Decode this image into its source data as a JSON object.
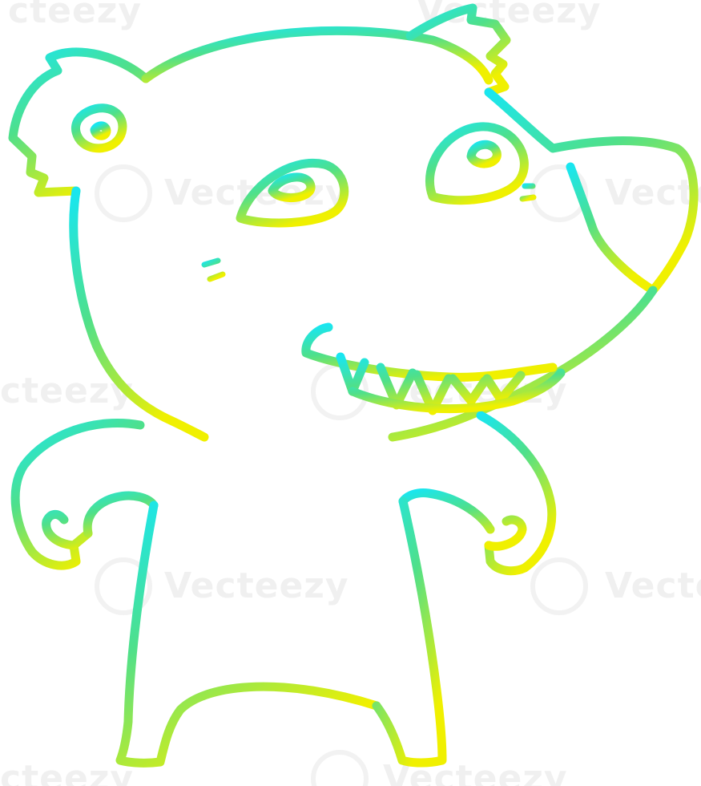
{
  "illustration": {
    "subject": "cartoon bear showing teeth",
    "gradient": {
      "start": "#19e6f0",
      "middle": "#4fe08a",
      "end": "#f0f000"
    },
    "line_color_fill": "#ffffff"
  },
  "watermark": {
    "text": "Vecteezy",
    "partial_left": "cteezy",
    "partial_top_left": "cteezy",
    "color": "#969696"
  }
}
